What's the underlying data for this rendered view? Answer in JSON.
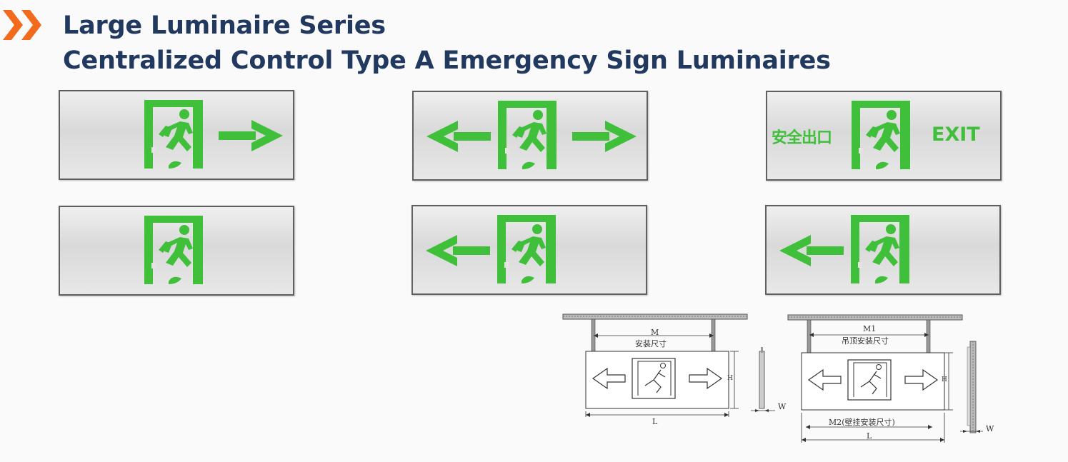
{
  "header": {
    "title_line1": "Large Luminaire Series",
    "title_line2": "Centralized Control Type A Emergency Sign Luminaires",
    "accent_color": "#f26a1b",
    "title_color": "#22395f"
  },
  "signs": [
    {
      "icon": "running-man-door-icon",
      "arrows": [
        "right"
      ],
      "texts": []
    },
    {
      "icon": "running-man-door-icon",
      "arrows": [
        "left",
        "right"
      ],
      "texts": []
    },
    {
      "icon": "running-man-door-icon",
      "arrows": [],
      "texts": [
        "安全出口",
        "EXIT"
      ]
    },
    {
      "icon": "running-man-door-icon",
      "arrows": [],
      "texts": []
    },
    {
      "icon": "running-man-door-icon",
      "arrows": [
        "left"
      ],
      "texts": []
    },
    {
      "icon": "running-man-door-icon",
      "arrows": [
        "left"
      ],
      "texts": []
    }
  ],
  "sign_text": {
    "cn_label": "安全出口",
    "en_label": "EXIT",
    "green": "#3fbf3a"
  },
  "drawings": {
    "left": {
      "m_label": "M",
      "install_label": "安装尺寸",
      "l_label": "L",
      "w_label": "W",
      "h_label": "H"
    },
    "right": {
      "m1_label": "M1",
      "ceiling_label": "吊顶安装尺寸",
      "m2_label": "M2(壁挂安装尺寸)",
      "l_label": "L",
      "w_label": "W",
      "h_label": "H"
    }
  }
}
